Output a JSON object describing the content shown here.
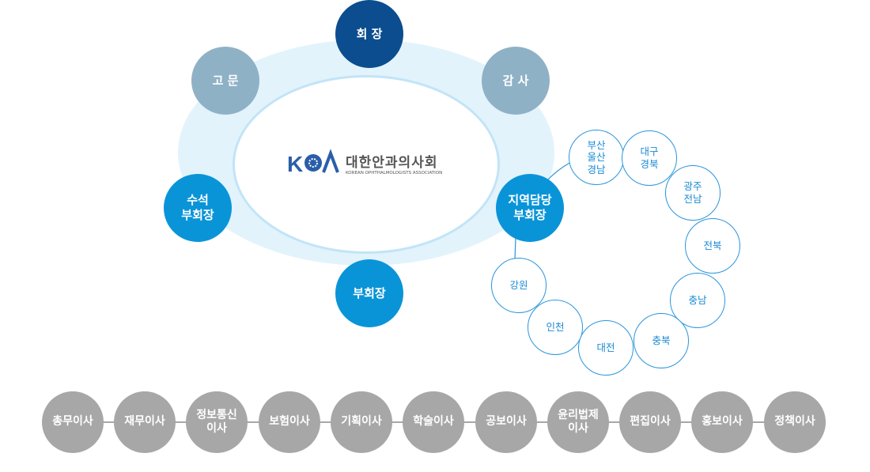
{
  "org": {
    "president": "회 장",
    "advisor": "고 문",
    "auditor": "감 사",
    "senior_vp": "수석\n부회장",
    "vp": "부회장",
    "regional_vp": "지역담당\n부회장"
  },
  "logo": {
    "mark": "KOA",
    "name": "대한안과의사회",
    "subtitle": "Korean Ophthalmologists Association"
  },
  "regions": [
    "부산\n울산\n경남",
    "대구\n경북",
    "광주\n전남",
    "전북",
    "충남",
    "충북",
    "대전",
    "인천",
    "강원"
  ],
  "directors": [
    "총무이사",
    "재무이사",
    "정보통신\n이사",
    "보험이사",
    "기획이사",
    "학술이사",
    "공보이사",
    "윤리법제\n이사",
    "편집이사",
    "홍보이사",
    "정책이사"
  ],
  "colors": {
    "president": "#0b4d8f",
    "advisor": "#8fb1c6",
    "vp": "#0a94d8",
    "director": "#a7a7a7",
    "outer_ring": "#e2f3fc"
  }
}
